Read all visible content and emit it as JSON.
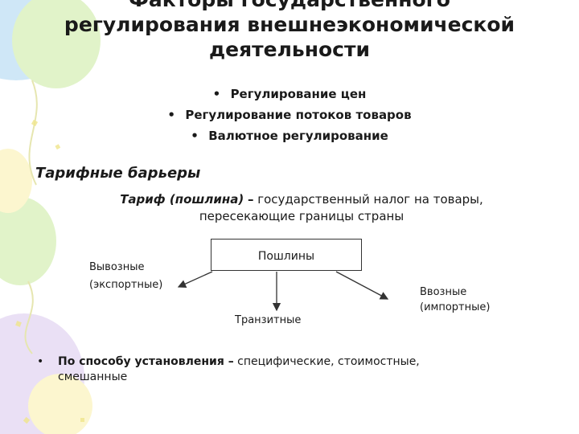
{
  "title": {
    "line1": "Факторы государственного",
    "line2": "регулирования внешнеэкономической",
    "line3": "деятельности"
  },
  "factors": [
    "Регулирование цен",
    "Регулирование потоков товаров",
    "Валютное регулирование"
  ],
  "bullet_symbol": "•",
  "section_heading": "Тарифные барьеры",
  "definition": {
    "term": "Тариф (пошлина)",
    "dash": "–",
    "text_line1": " государственный налог на товары,",
    "text_line2": "пересекающие границы страны"
  },
  "diagram": {
    "root": "Пошлины",
    "export_line1": "Вывозные",
    "export_line2": "(экспортные)",
    "transit": "Транзитные",
    "import_line1": "Ввозные",
    "import_line2": "(импортные)"
  },
  "bottom_bullet": {
    "heading": "По способу установления –",
    "text_line1": " специфические, стоимостные,",
    "text_line2": "смешанные"
  },
  "colors": {
    "balloon_blue": "#bfe0f5",
    "balloon_green": "#d7f0b8",
    "balloon_purple": "#e4d6f2",
    "balloon_yellow": "#fbf4c0",
    "text": "#1a1a1a"
  }
}
